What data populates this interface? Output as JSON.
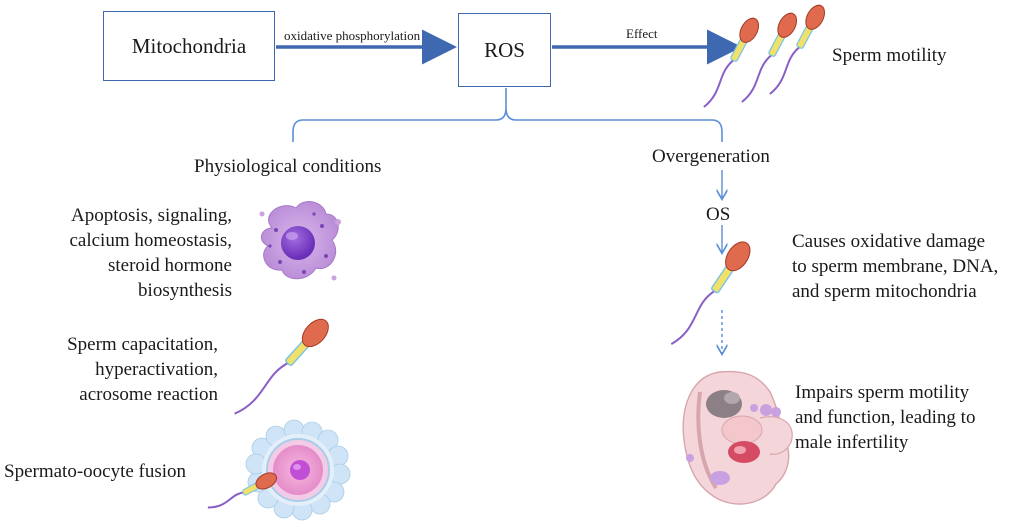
{
  "flow": {
    "mitochondria": "Mitochondria",
    "oxidative_label": "oxidative phosphorylation",
    "ros": "ROS",
    "effect_label": "Effect",
    "sperm_motility": "Sperm motility"
  },
  "physiological": {
    "heading": "Physiological conditions",
    "items": [
      {
        "lines": [
          "Apoptosis, signaling,",
          "calcium homeostasis,",
          "steroid hormone",
          "biosynthesis"
        ]
      },
      {
        "lines": [
          "Sperm capacitation,",
          "hyperactivation,",
          "acrosome reaction"
        ]
      },
      {
        "lines": [
          "Spermato-oocyte fusion"
        ]
      }
    ]
  },
  "overgeneration": {
    "heading": "Overgeneration",
    "os_label": "OS",
    "damage_lines": [
      "Causes oxidative damage",
      "to sperm membrane, DNA,",
      "and sperm mitochondria"
    ],
    "impairs_lines": [
      "Impairs sperm motility",
      "and function, leading to",
      "male infertility"
    ]
  },
  "colors": {
    "arrow": "#3e68b0",
    "bracket": "#5b8fd6",
    "sperm_head": "#e06a4e",
    "sperm_mid": "#f1e06a",
    "sperm_tail": "#8a5fc6",
    "cell": "#c9a0e0",
    "oocyte": "#f2a6d6"
  }
}
